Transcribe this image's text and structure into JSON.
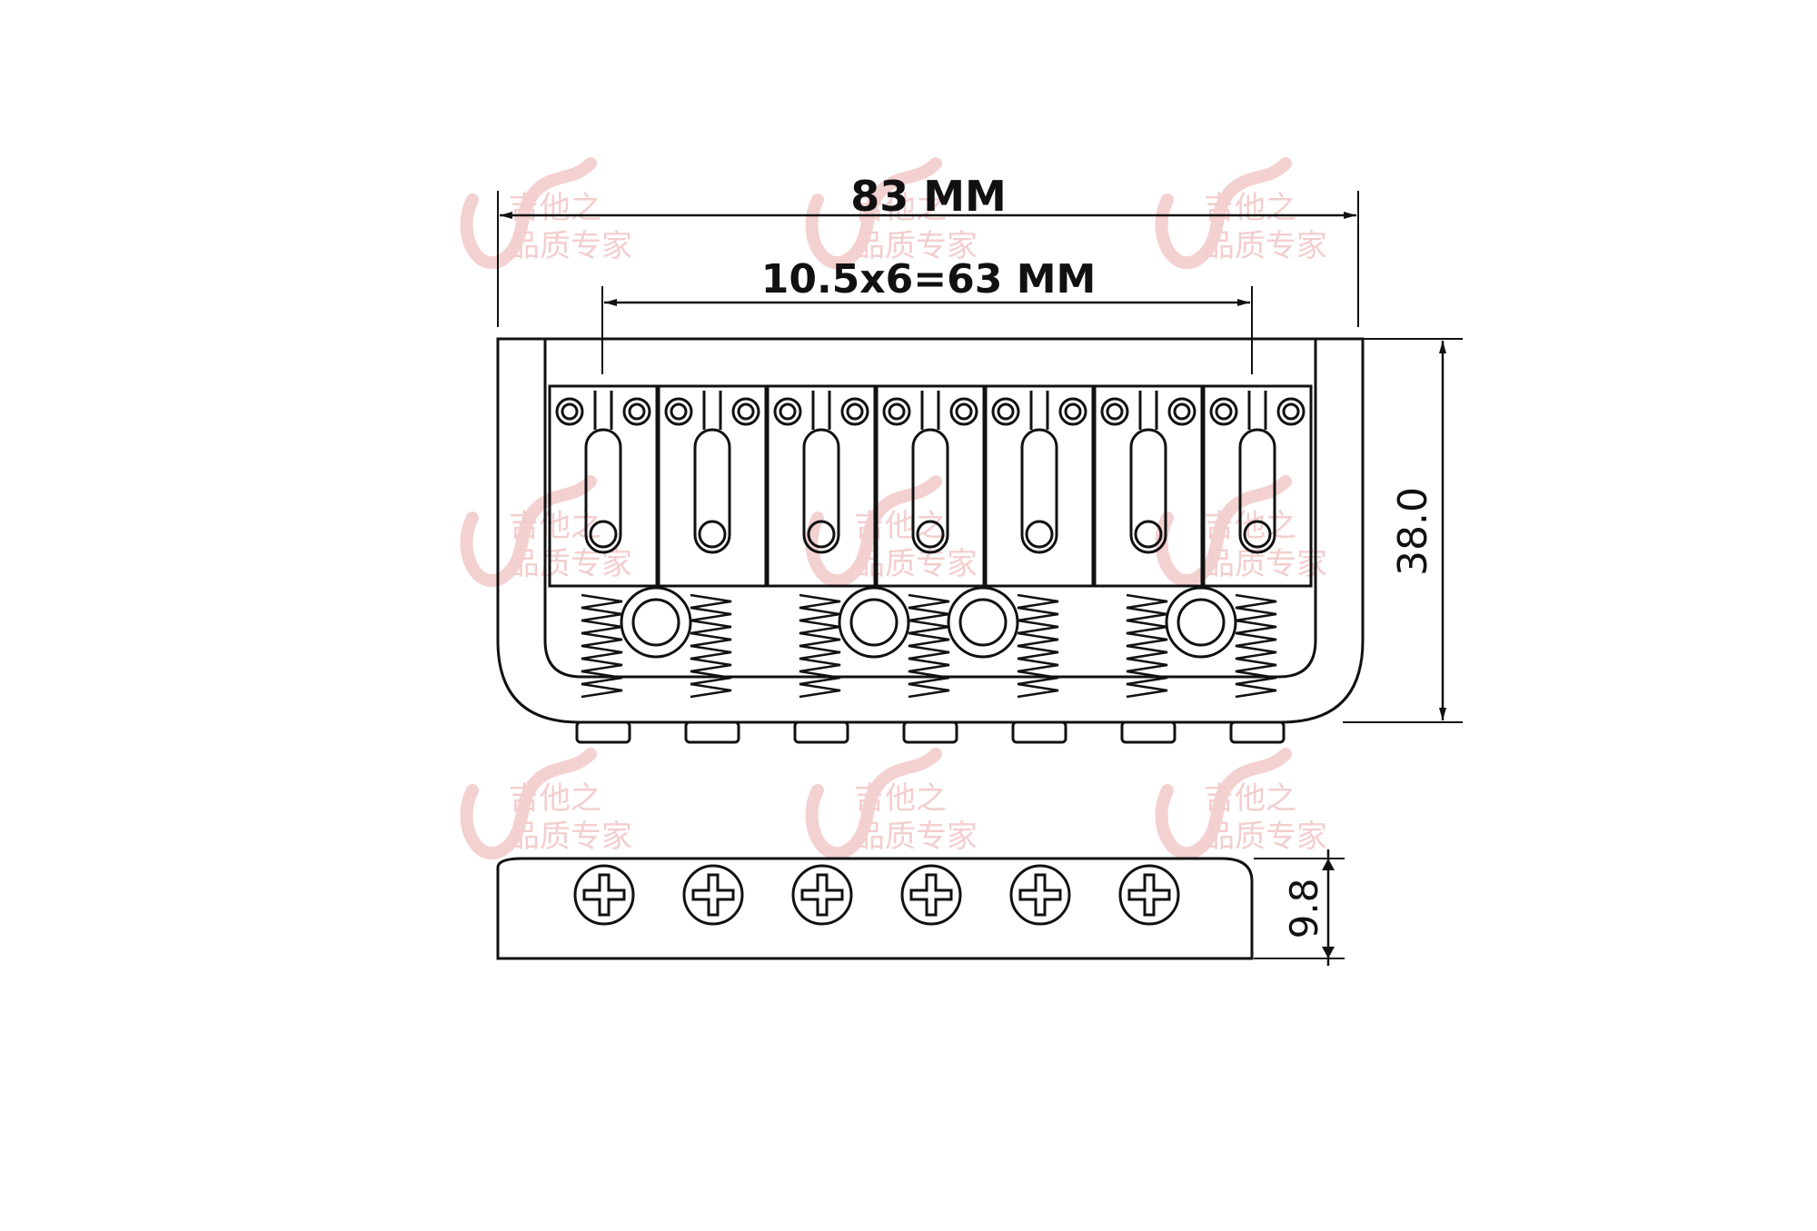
{
  "dimensions": {
    "overall_width": "83 MM",
    "string_spacing": "10.5x6=63 MM",
    "height": "38.0",
    "side_height": "9.8"
  },
  "watermark": {
    "line1": "吉他之",
    "line2": "品质专家"
  },
  "colors": {
    "line": "#111111",
    "watermark": "#f2c9c9"
  }
}
